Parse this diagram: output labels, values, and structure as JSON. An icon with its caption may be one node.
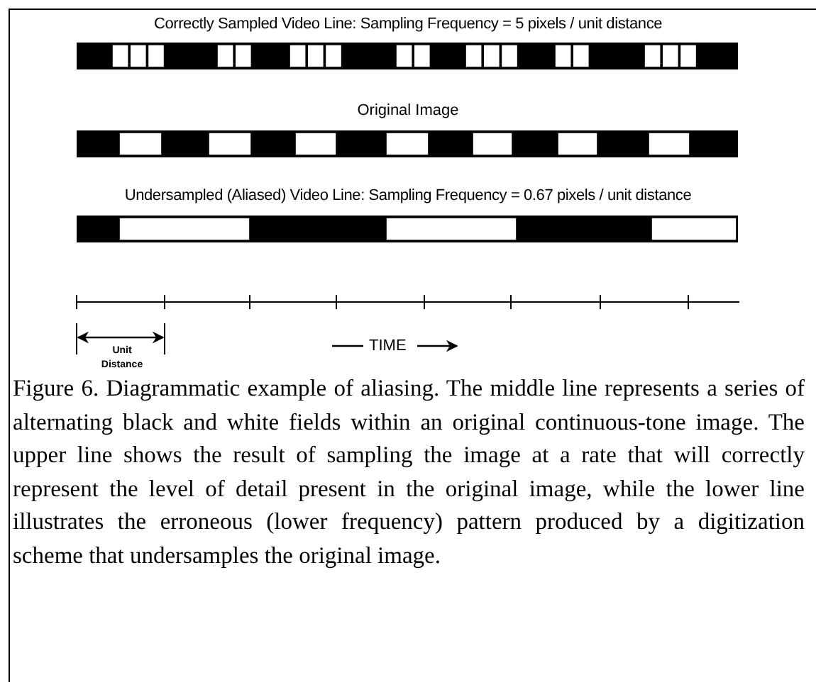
{
  "diagram": {
    "labels": [
      "Correctly Sampled Video Line: Sampling Frequency = 5 pixels / unit distance",
      "Original Image",
      "Undersampled (Aliased) Video Line: Sampling Frequency = 0.67 pixels / unit distance",
      "Unit Distance",
      "TIME"
    ],
    "caption": "Figure 6.  Diagrammatic example of aliasing.  The middle line represents a series of alternating black and white fields within an original continuous-tone image.  The upper line shows the result of sampling the image at a rate that will correctly represent the level of detail present in the original image, while the lower line illustrates the erroneous (lower frequency) pattern produced by a digitization scheme that undersamples the original image."
  }
}
